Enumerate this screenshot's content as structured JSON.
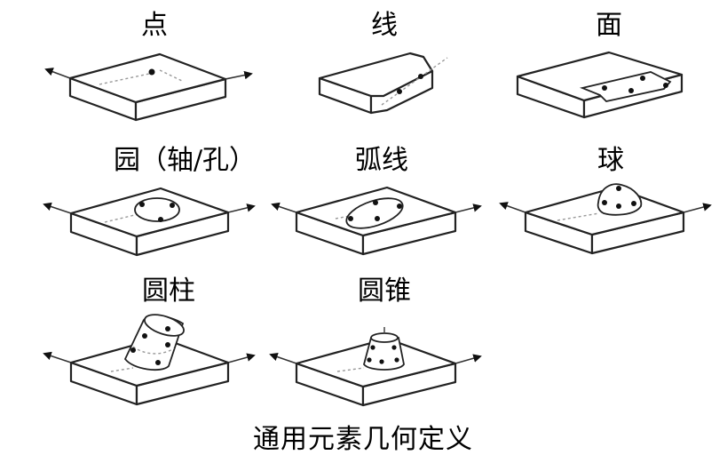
{
  "caption": "通用元素几何定义",
  "elements": [
    {
      "key": "point",
      "label": "点",
      "icon": "plate-with-point-icon"
    },
    {
      "key": "line",
      "label": "线",
      "icon": "block-with-line-icon"
    },
    {
      "key": "plane",
      "label": "面",
      "icon": "block-with-plane-icon"
    },
    {
      "key": "circle",
      "label": "园（轴/孔）",
      "icon": "plate-with-circle-icon"
    },
    {
      "key": "arc",
      "label": "弧线",
      "icon": "plate-with-arc-icon"
    },
    {
      "key": "sphere",
      "label": "球",
      "icon": "plate-with-sphere-icon"
    },
    {
      "key": "cylinder",
      "label": "圆柱",
      "icon": "plate-with-cylinder-icon"
    },
    {
      "key": "cone",
      "label": "圆锥",
      "icon": "plate-with-cone-icon"
    }
  ],
  "colors": {
    "line": "#222222",
    "background": "#ffffff",
    "hidden_line": "#999999"
  }
}
